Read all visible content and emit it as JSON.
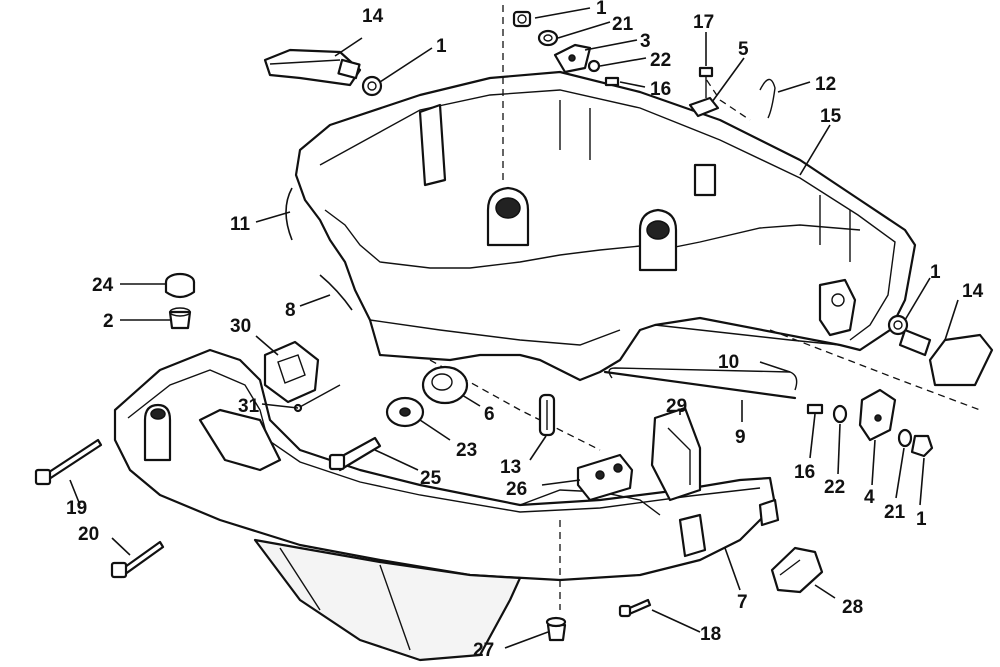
{
  "diagram": {
    "type": "exploded-parts-view",
    "callouts": [
      "1",
      "1",
      "1",
      "1",
      "2",
      "3",
      "4",
      "5",
      "6",
      "7",
      "8",
      "9",
      "10",
      "11",
      "12",
      "13",
      "14",
      "14",
      "15",
      "16",
      "16",
      "17",
      "18",
      "19",
      "20",
      "21",
      "21",
      "22",
      "22",
      "23",
      "24",
      "25",
      "26",
      "27",
      "28",
      "29",
      "30",
      "31"
    ]
  }
}
